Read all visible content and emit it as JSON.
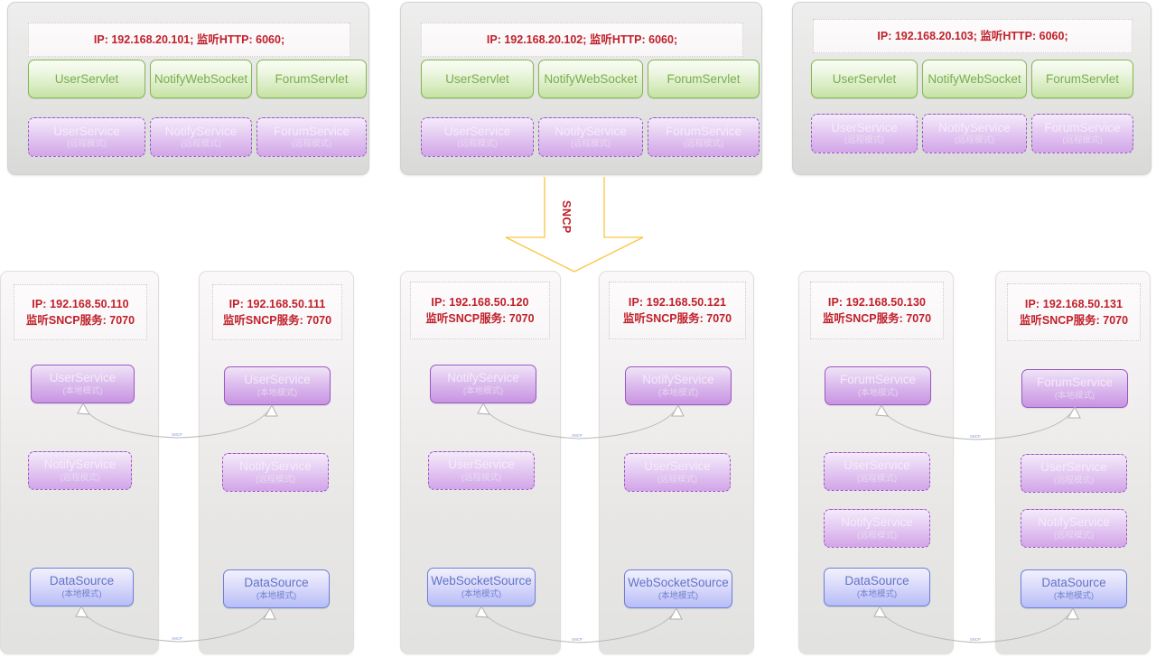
{
  "diagram": {
    "title": "SNCP Distributed Service Architecture",
    "colors": {
      "ip_text": "#c0202a",
      "servlet_green": "#84b84e",
      "service_purple": "#9a59c5",
      "datasource_blue": "#6d7fd8",
      "arrow_orange": "#fbc642",
      "link_gray": "#b9b9b9",
      "link_label_blue": "#7b9ccb"
    }
  },
  "sncp_arrow": {
    "label": "SNCP"
  },
  "link_label": "SNCP",
  "app_servers": [
    {
      "header": "IP: 192.168.20.101;   监听HTTP: 6060;",
      "servlets": [
        {
          "name": "UserServlet"
        },
        {
          "name": "NotifyWebSocket"
        },
        {
          "name": "ForumServlet"
        }
      ],
      "services": [
        {
          "name": "UserService",
          "mode": "(远程模式)"
        },
        {
          "name": "NotifyService",
          "mode": "(远程模式)"
        },
        {
          "name": "ForumService",
          "mode": "(远程模式)"
        }
      ]
    },
    {
      "header": "IP: 192.168.20.102;   监听HTTP: 6060;",
      "servlets": [
        {
          "name": "UserServlet"
        },
        {
          "name": "NotifyWebSocket"
        },
        {
          "name": "ForumServlet"
        }
      ],
      "services": [
        {
          "name": "UserService",
          "mode": "(远程模式)"
        },
        {
          "name": "NotifyService",
          "mode": "(远程模式)"
        },
        {
          "name": "ForumService",
          "mode": "(远程模式)"
        }
      ]
    },
    {
      "header": "IP: 192.168.20.103;   监听HTTP: 6060;",
      "servlets": [
        {
          "name": "UserServlet"
        },
        {
          "name": "NotifyWebSocket"
        },
        {
          "name": "ForumServlet"
        }
      ],
      "services": [
        {
          "name": "UserService",
          "mode": "(远程模式)"
        },
        {
          "name": "NotifyService",
          "mode": "(远程模式)"
        },
        {
          "name": "ForumService",
          "mode": "(远程模式)"
        }
      ]
    }
  ],
  "service_nodes": [
    {
      "header_ip": "IP: 192.168.50.110",
      "header_port": "监听SNCP服务: 7070",
      "components": [
        {
          "name": "UserService",
          "mode": "(本地模式)",
          "style": "purple"
        },
        {
          "name": "NotifyService",
          "mode": "(远程模式)",
          "style": "purple-dash"
        },
        {
          "name": "DataSource",
          "mode": "(本地模式)",
          "style": "blue"
        }
      ]
    },
    {
      "header_ip": "IP: 192.168.50.111",
      "header_port": "监听SNCP服务: 7070",
      "components": [
        {
          "name": "UserService",
          "mode": "(本地模式)",
          "style": "purple"
        },
        {
          "name": "NotifyService",
          "mode": "(远程模式)",
          "style": "purple-dash"
        },
        {
          "name": "DataSource",
          "mode": "(本地模式)",
          "style": "blue"
        }
      ]
    },
    {
      "header_ip": "IP: 192.168.50.120",
      "header_port": "监听SNCP服务: 7070",
      "components": [
        {
          "name": "NotifyService",
          "mode": "(本地模式)",
          "style": "purple"
        },
        {
          "name": "UserService",
          "mode": "(远程模式)",
          "style": "purple-dash"
        },
        {
          "name": "WebSocketSource",
          "mode": "(本地模式)",
          "style": "blue"
        }
      ]
    },
    {
      "header_ip": "IP: 192.168.50.121",
      "header_port": "监听SNCP服务: 7070",
      "components": [
        {
          "name": "NotifyService",
          "mode": "(本地模式)",
          "style": "purple"
        },
        {
          "name": "UserService",
          "mode": "(远程模式)",
          "style": "purple-dash"
        },
        {
          "name": "WebSocketSource",
          "mode": "(本地模式)",
          "style": "blue"
        }
      ]
    },
    {
      "header_ip": "IP: 192.168.50.130",
      "header_port": "监听SNCP服务: 7070",
      "components": [
        {
          "name": "ForumService",
          "mode": "(本地模式)",
          "style": "purple"
        },
        {
          "name": "UserService",
          "mode": "(远程模式)",
          "style": "purple-dash"
        },
        {
          "name": "NotifyService",
          "mode": "(远程模式)",
          "style": "purple-dash"
        },
        {
          "name": "DataSource",
          "mode": "(本地模式)",
          "style": "blue"
        }
      ]
    },
    {
      "header_ip": "IP: 192.168.50.131",
      "header_port": "监听SNCP服务: 7070",
      "components": [
        {
          "name": "ForumService",
          "mode": "(本地模式)",
          "style": "purple"
        },
        {
          "name": "UserService",
          "mode": "(远程模式)",
          "style": "purple-dash"
        },
        {
          "name": "NotifyService",
          "mode": "(远程模式)",
          "style": "purple-dash"
        },
        {
          "name": "DataSource",
          "mode": "(本地模式)",
          "style": "blue"
        }
      ]
    }
  ]
}
